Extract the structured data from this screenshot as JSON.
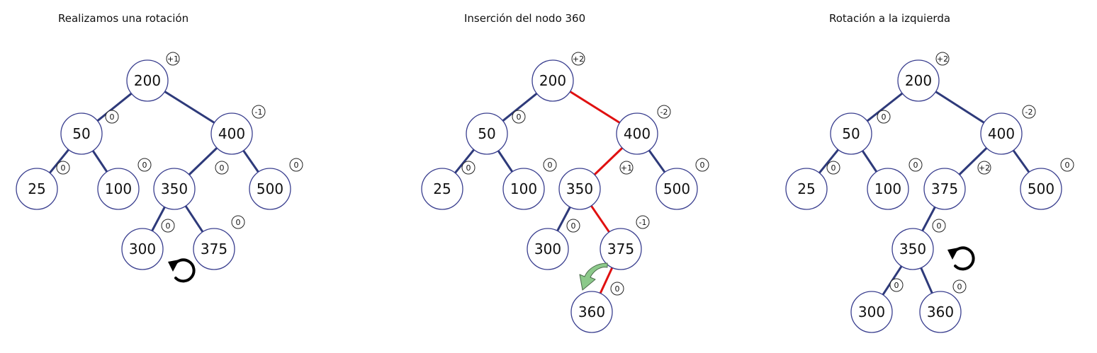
{
  "colors": {
    "edge": "#2e3a7a",
    "edge_highlight": "#e01010",
    "node_stroke": "#3a3f8f",
    "rotation_arrow": "#000000",
    "insert_arrow_fill": "#8cc98a",
    "insert_arrow_stroke": "#4a6a4a"
  },
  "panels": [
    {
      "title": "Realizamos una rotación",
      "nodes": [
        {
          "id": "200",
          "label": "200",
          "bf": "+1"
        },
        {
          "id": "50",
          "label": "50",
          "bf": "0"
        },
        {
          "id": "400",
          "label": "400",
          "bf": "-1"
        },
        {
          "id": "25",
          "label": "25",
          "bf": "0"
        },
        {
          "id": "100",
          "label": "100",
          "bf": "0"
        },
        {
          "id": "350",
          "label": "350",
          "bf": "0"
        },
        {
          "id": "500",
          "label": "500",
          "bf": "0"
        },
        {
          "id": "300",
          "label": "300",
          "bf": "0"
        },
        {
          "id": "375",
          "label": "375",
          "bf": "0"
        }
      ],
      "edges": [
        {
          "from": "200",
          "to": "50",
          "highlight": false
        },
        {
          "from": "200",
          "to": "400",
          "highlight": false
        },
        {
          "from": "50",
          "to": "25",
          "highlight": false
        },
        {
          "from": "50",
          "to": "100",
          "highlight": false
        },
        {
          "from": "400",
          "to": "350",
          "highlight": false
        },
        {
          "from": "400",
          "to": "500",
          "highlight": false
        },
        {
          "from": "350",
          "to": "300",
          "highlight": false
        },
        {
          "from": "350",
          "to": "375",
          "highlight": false
        }
      ],
      "arrow": "rotate-ccw-icon"
    },
    {
      "title": "Inserción del nodo 360",
      "nodes": [
        {
          "id": "200",
          "label": "200",
          "bf": "+2"
        },
        {
          "id": "50",
          "label": "50",
          "bf": "0"
        },
        {
          "id": "400",
          "label": "400",
          "bf": "-2"
        },
        {
          "id": "25",
          "label": "25",
          "bf": "0"
        },
        {
          "id": "100",
          "label": "100",
          "bf": "0"
        },
        {
          "id": "350",
          "label": "350",
          "bf": "+1"
        },
        {
          "id": "500",
          "label": "500",
          "bf": "0"
        },
        {
          "id": "300",
          "label": "300",
          "bf": "0"
        },
        {
          "id": "375",
          "label": "375",
          "bf": "-1"
        },
        {
          "id": "360",
          "label": "360",
          "bf": "0"
        }
      ],
      "edges": [
        {
          "from": "200",
          "to": "50",
          "highlight": false
        },
        {
          "from": "200",
          "to": "400",
          "highlight": true
        },
        {
          "from": "50",
          "to": "25",
          "highlight": false
        },
        {
          "from": "50",
          "to": "100",
          "highlight": false
        },
        {
          "from": "400",
          "to": "350",
          "highlight": true
        },
        {
          "from": "400",
          "to": "500",
          "highlight": false
        },
        {
          "from": "350",
          "to": "300",
          "highlight": false
        },
        {
          "from": "350",
          "to": "375",
          "highlight": true
        },
        {
          "from": "375",
          "to": "360",
          "highlight": true
        }
      ],
      "arrow": "curved-insert-arrow-icon"
    },
    {
      "title": "Rotación a la izquierda",
      "nodes": [
        {
          "id": "200",
          "label": "200",
          "bf": "+2"
        },
        {
          "id": "50",
          "label": "50",
          "bf": "0"
        },
        {
          "id": "400",
          "label": "400",
          "bf": "-2"
        },
        {
          "id": "25",
          "label": "25",
          "bf": "0"
        },
        {
          "id": "100",
          "label": "100",
          "bf": "0"
        },
        {
          "id": "375",
          "label": "375",
          "bf": "+2"
        },
        {
          "id": "500",
          "label": "500",
          "bf": "0"
        },
        {
          "id": "350",
          "label": "350",
          "bf": "0"
        },
        {
          "id": "300",
          "label": "300",
          "bf": "0"
        },
        {
          "id": "360",
          "label": "360",
          "bf": "0"
        }
      ],
      "edges": [
        {
          "from": "200",
          "to": "50",
          "highlight": false
        },
        {
          "from": "200",
          "to": "400",
          "highlight": false
        },
        {
          "from": "50",
          "to": "25",
          "highlight": false
        },
        {
          "from": "50",
          "to": "100",
          "highlight": false
        },
        {
          "from": "400",
          "to": "375",
          "highlight": false
        },
        {
          "from": "400",
          "to": "500",
          "highlight": false
        },
        {
          "from": "375",
          "to": "350",
          "highlight": false
        },
        {
          "from": "350",
          "to": "300",
          "highlight": false
        },
        {
          "from": "350",
          "to": "360",
          "highlight": false
        }
      ],
      "arrow": "rotate-ccw-icon"
    }
  ]
}
